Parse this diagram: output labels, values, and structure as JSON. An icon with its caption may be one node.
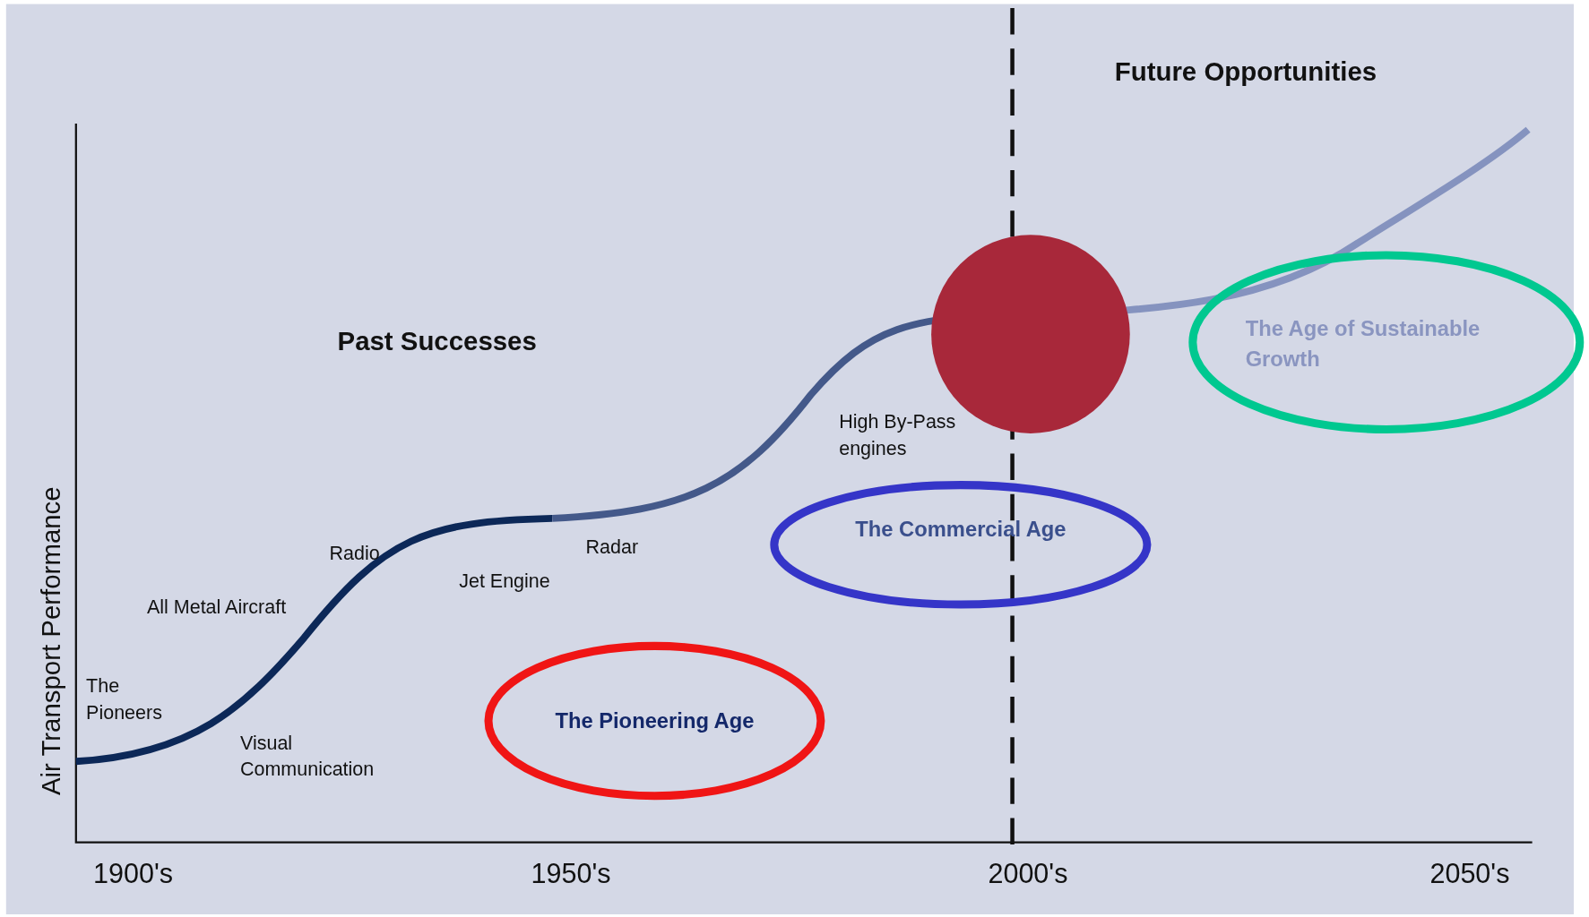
{
  "diagram": {
    "nodes": [
      {
        "text": [],
        "shape": "circle"
      },
      {
        "text": [
          "The Age of Sustainable Growth"
        ]
      },
      {
        "text": [
          "The Commercial Age"
        ]
      },
      {
        "text": [
          "The Pioneering Age"
        ]
      }
    ],
    "labels": [
      "Future Opportunities",
      "Past Successes",
      "High By-Pass engines",
      "Radar",
      "Radio",
      "Jet Engine",
      "All Metal Aircraft",
      "The Pioneers",
      "Visual Communication",
      "Air Transport Performance",
      "1900's",
      "1950's",
      "2000's",
      "2050's"
    ]
  }
}
